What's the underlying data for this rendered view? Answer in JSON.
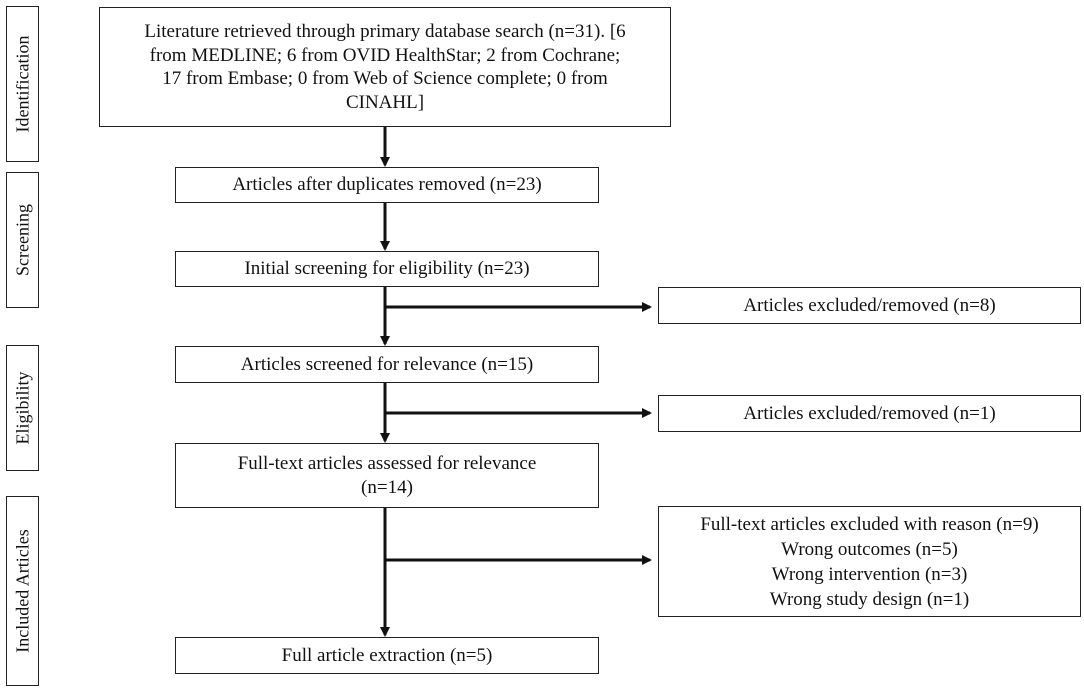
{
  "stages": {
    "identification": "Identification",
    "screening": "Screening",
    "eligibility": "Eligibility",
    "included": "Included Articles"
  },
  "boxes": {
    "literature": {
      "line1": "Literature retrieved through primary database search (n=31). [6",
      "line2": "from MEDLINE; 6 from OVID HealthStar; 2 from Cochrane;",
      "line3": "17 from Embase; 0 from Web of Science complete; 0 from",
      "line4": "CINAHL]"
    },
    "duplicates_removed": "Articles after duplicates removed (n=23)",
    "initial_screening": "Initial screening for eligibility (n=23)",
    "excluded_1": "Articles excluded/removed (n=8)",
    "screened_relevance": "Articles screened for relevance (n=15)",
    "excluded_2": "Articles excluded/removed (n=1)",
    "fulltext_assessed": {
      "line1": "Full-text articles assessed for relevance",
      "line2": "(n=14)"
    },
    "fulltext_excluded": {
      "line1": "Full-text articles excluded with reason (n=9)",
      "line2": "Wrong outcomes (n=5)",
      "line3": "Wrong intervention (n=3)",
      "line4": "Wrong study design (n=1)"
    },
    "extraction": "Full article extraction (n=5)"
  }
}
